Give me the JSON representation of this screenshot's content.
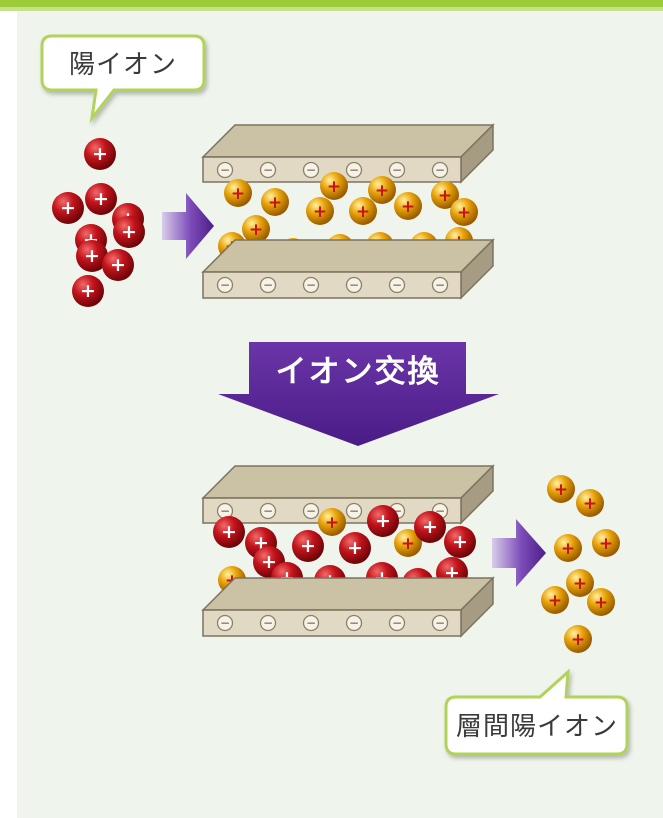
{
  "labels": {
    "cation_bubble": "陽イオン",
    "exchange_arrow": "イオン交換",
    "interlayer_bubble": "層間陽イオン"
  },
  "colors": {
    "panel_background": "#eff5ed",
    "top_rule": "#9ccd38",
    "bubble_border": "#b2d35a",
    "red_ion": "#c4141c",
    "gold_ion": "#e8a30a",
    "plate_face": "#e1d9c3",
    "plate_top": "#cbc1a5",
    "arrow": "#5b2a98"
  },
  "signs": {
    "positive": "+",
    "negative": "−"
  },
  "icons": [
    "cation-red-icon",
    "cation-gold-icon",
    "negative-charge-icon",
    "right-arrow-icon",
    "down-arrow-icon"
  ]
}
